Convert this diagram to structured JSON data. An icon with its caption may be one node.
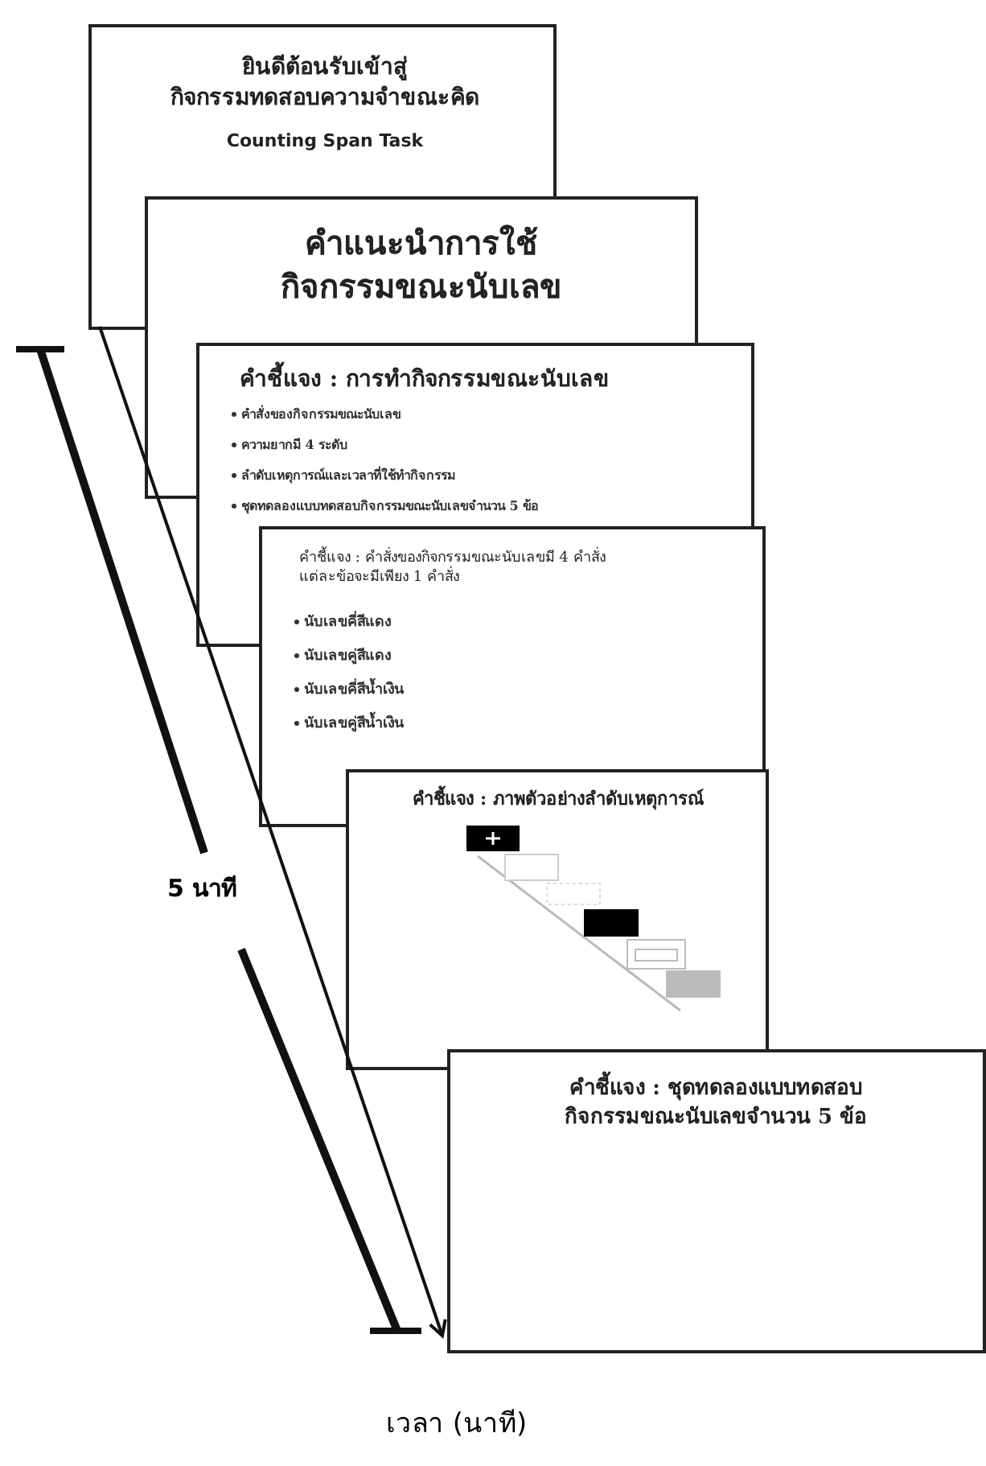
{
  "diagram": {
    "nodes": [
      {
        "text": [
          "ยินดีต้อนรับเข้าสู่ กิจกรรมทดสอบความจำขณะคิด",
          "Counting Span Task"
        ]
      },
      {
        "text": [
          "คำแนะนำการใช้ กิจกรรมขณะนับเลข"
        ]
      },
      {
        "text": [
          "คำชี้แจง : การทำกิจกรรมขณะนับเลข",
          "คำสั่งของกิจกรรมขณะนับเลข",
          "ความยากมี 4 ระดับ",
          "ลำดับเหตุการณ์และเวลาที่ใช้ทำกิจกรรม",
          "ชุดทดลองแบบทดสอบกิจกรรมขณะนับเลขจำนวน 5 ข้อ"
        ]
      },
      {
        "text": [
          "คำชี้แจง : คำสั่งของกิจกรรมขณะนับเลขมี 4 คำสั่ง แต่ละข้อจะมีเพียง 1 คำสั่ง",
          "นับเลขคี่สีแดง",
          "นับเลขคู่สีแดง",
          "นับเลขคี่สีน้ำเงิน",
          "นับเลขคู่สีน้ำเงิน"
        ]
      },
      {
        "text": [
          "คำชี้แจง : ภาพตัวอย่างลำดับเหตุการณ์"
        ]
      },
      {
        "text": [
          "คำชี้แจง : ชุดทดลองแบบทดสอบ กิจกรรมขณะนับเลขจำนวน 5 ข้อ"
        ]
      }
    ],
    "edges": [],
    "labels": [
      "5 นาที",
      "เวลา (นาที)"
    ]
  }
}
